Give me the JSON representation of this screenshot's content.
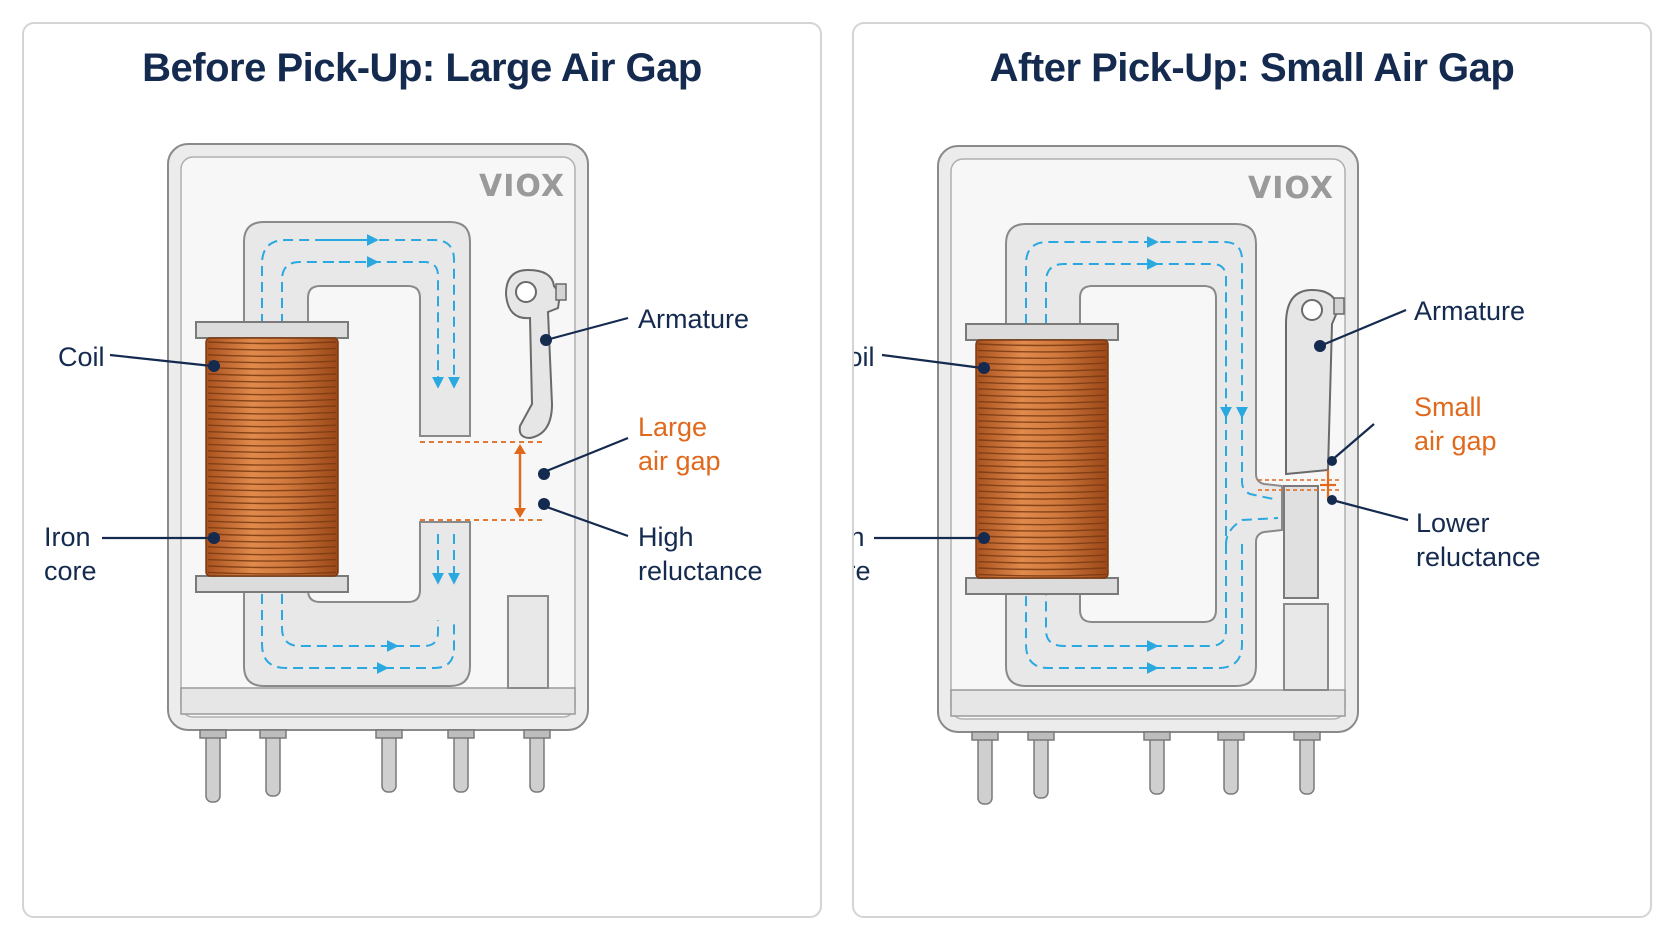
{
  "left_panel": {
    "title": "Before Pick-Up: Large Air Gap",
    "brand": "VIOX",
    "labels": {
      "coil": "Coil",
      "iron_core_1": "Iron",
      "iron_core_2": "core",
      "armature": "Armature",
      "gap_1": "Large",
      "gap_2": "air gap",
      "reluctance_1": "High",
      "reluctance_2": "reluctance"
    }
  },
  "right_panel": {
    "title": "After Pick-Up: Small Air Gap",
    "brand": "VIOX",
    "labels": {
      "coil": "Coil",
      "iron_core_1": "Iron",
      "iron_core_2": "core",
      "armature": "Armature",
      "gap_1": "Small",
      "gap_2": "air gap",
      "reluctance_1": "Lower",
      "reluctance_2": "reluctance"
    }
  },
  "colors": {
    "title": "#142a4f",
    "label": "#142a4f",
    "gap_highlight": "#e0691c",
    "flux_line": "#2aa8e0",
    "coil_copper": "#c86a32",
    "relay_body": "#f3f3f3",
    "outline": "#8a8a8a"
  }
}
